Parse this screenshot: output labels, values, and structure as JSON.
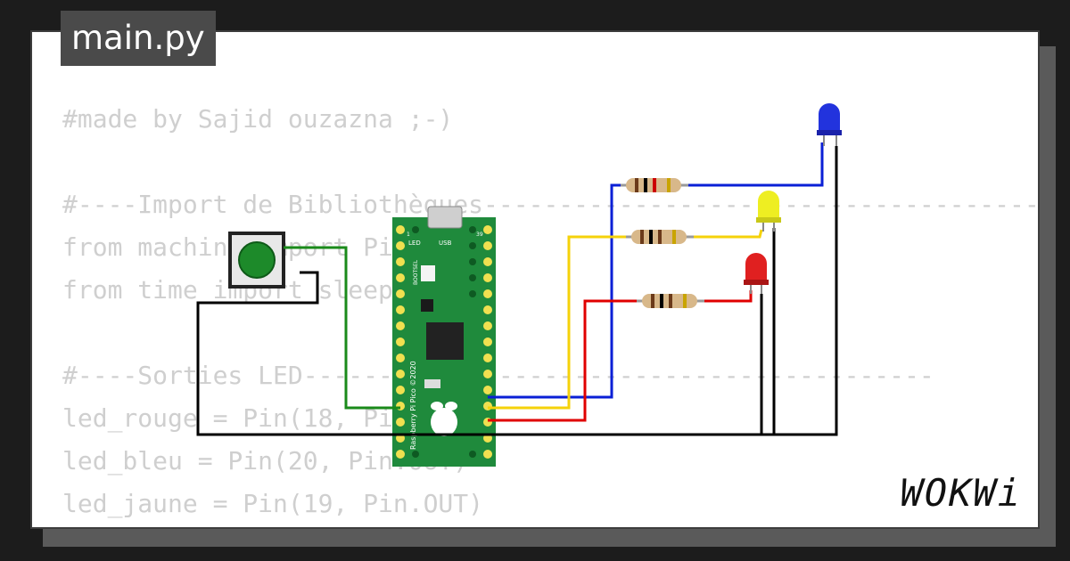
{
  "tab": {
    "title": "main.py"
  },
  "code_lines": [
    "#made by Sajid ouzazna ;-)",
    "",
    "#----Import de Bibliothèques-----------------------------------------------",
    "from machine import Pin",
    "from time import sleep_ms",
    "",
    "#----Sorties LED------------------------------------------",
    "led_rouge = Pin(18, Pin.OUT)",
    "led_bleu = Pin(20, Pin.OUT)",
    "led_jaune = Pin(19, Pin.OUT)"
  ],
  "board": {
    "label": "Raspberry Pi Pico ©2020",
    "led_label": "LED",
    "usb_label": "USB",
    "bootsel_label": "BOOTSEL",
    "pin_left": "1",
    "pin_right": "39"
  },
  "brand": {
    "logo": "WOKWi"
  },
  "colors": {
    "board": "#1f8a3c",
    "wire_green": "#1a8a1a",
    "wire_blue": "#0a1fd6",
    "wire_yellow": "#f5d20a",
    "wire_red": "#e00000",
    "wire_black": "#000000",
    "led_blue": "#2233dd",
    "led_yellow": "#eeee22",
    "led_red": "#e02020",
    "button_cap": "#1d8a2a"
  }
}
